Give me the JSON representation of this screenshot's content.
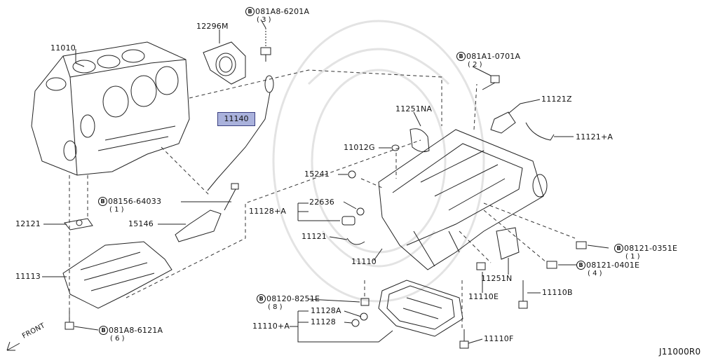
{
  "diagram_id": "J11000R0",
  "front_label": "FRONT",
  "bolt_symbol": "B",
  "highlighted_part": "11140",
  "parts": {
    "p11010": "11010",
    "p12296M": "12296M",
    "b081A8_6201A": "081A8-6201A",
    "b081A8_6201A_qty": "( 3 )",
    "b081A1_0701A": "081A1-0701A",
    "b081A1_0701A_qty": "( 2 )",
    "p11121Z": "11121Z",
    "p11251NA": "11251NA",
    "p11121A": "11121+A",
    "p11012G": "11012G",
    "p15241": "15241",
    "b08156_64033": "08156-64033",
    "b08156_64033_qty": "( 1 )",
    "p22636": "22636",
    "p11128A_group": "11128+A",
    "p12121": "12121",
    "p15146": "15146",
    "p11121": "11121",
    "p11110": "11110",
    "b08121_0351E": "08121-0351E",
    "b08121_0351E_qty": "( 1 )",
    "b08121_0401E": "08121-0401E",
    "b08121_0401E_qty": "( 4 )",
    "p11113": "11113",
    "p11251N": "11251N",
    "p11110E": "11110E",
    "p11110B": "11110B",
    "b08120_8251E": "08120-8251E",
    "b08120_8251E_qty": "( 8 )",
    "p11128A": "11128A",
    "p11128": "11128",
    "p11110A_group": "11110+A",
    "b081A8_6121A": "081A8-6121A",
    "b081A8_6121A_qty": "( 6 )",
    "p11110F": "11110F"
  }
}
